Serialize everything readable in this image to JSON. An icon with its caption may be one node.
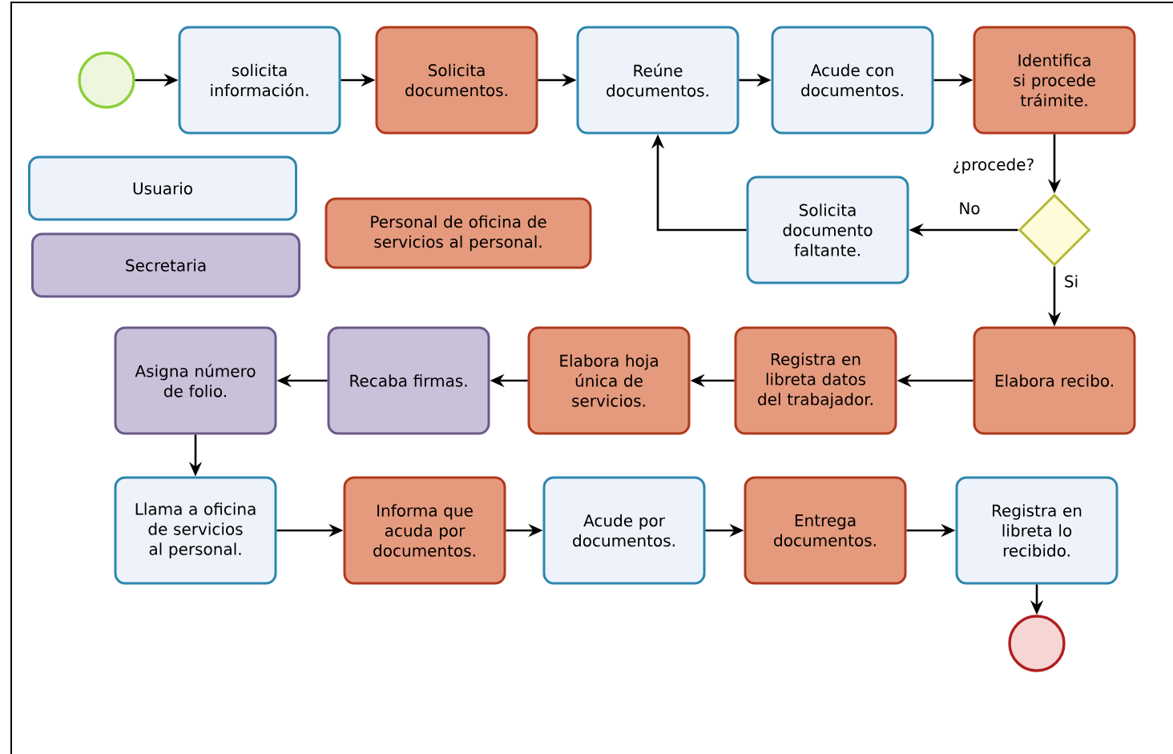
{
  "diagram": {
    "nodes": [
      {
        "text": [],
        "shape": "circle"
      },
      {
        "text": [
          "solicita información."
        ]
      },
      {
        "text": [
          "Solicita documentos."
        ]
      },
      {
        "text": [
          "Reúne documentos."
        ]
      },
      {
        "text": [
          "Acude con documentos."
        ]
      },
      {
        "text": [
          "Identifica si procede tráimite."
        ]
      },
      {
        "text": [
          "Solicita documento faltante."
        ]
      },
      {
        "text": [],
        "shape": "diamond"
      },
      {
        "text": [
          "Asigna número de folio."
        ]
      },
      {
        "text": [
          "Recaba firmas."
        ]
      },
      {
        "text": [
          "Elabora hoja única de servicios."
        ]
      },
      {
        "text": [
          "Registra en libreta datos del trabajador."
        ]
      },
      {
        "text": [
          "Elabora recibo."
        ]
      },
      {
        "text": [
          "Llama a oficina de servicios al personal."
        ]
      },
      {
        "text": [
          "Informa que acuda por documentos."
        ]
      },
      {
        "text": [
          "Acude por documentos."
        ]
      },
      {
        "text": [
          "Entrega documentos."
        ]
      },
      {
        "text": [
          "Registra en libreta lo recibido."
        ]
      },
      {
        "text": [],
        "shape": "circle"
      }
    ],
    "edges": [
      {
        "from": 0,
        "to": 1,
        "arrow": "to"
      },
      {
        "from": 1,
        "to": 2,
        "arrow": "to"
      },
      {
        "from": 2,
        "to": 3,
        "arrow": "to"
      },
      {
        "from": 3,
        "to": 4,
        "arrow": "to"
      },
      {
        "from": 4,
        "to": 5,
        "arrow": "to"
      },
      {
        "from": 5,
        "to": 7,
        "arrow": "to",
        "label": "¿procede?"
      },
      {
        "from": 7,
        "to": 6,
        "arrow": "to",
        "label": "No"
      },
      {
        "from": 6,
        "to": 3,
        "arrow": "to"
      },
      {
        "from": 7,
        "to": 12,
        "arrow": "to",
        "label": "Si"
      },
      {
        "from": 12,
        "to": 11,
        "arrow": "to"
      },
      {
        "from": 11,
        "to": 10,
        "arrow": "to"
      },
      {
        "from": 10,
        "to": 9,
        "arrow": "to"
      },
      {
        "from": 9,
        "to": 8,
        "arrow": "to"
      },
      {
        "from": 8,
        "to": 13,
        "arrow": "to"
      },
      {
        "from": 13,
        "to": 14,
        "arrow": "to"
      },
      {
        "from": 14,
        "to": 15,
        "arrow": "to"
      },
      {
        "from": 15,
        "to": 16,
        "arrow": "to"
      },
      {
        "from": 16,
        "to": 17,
        "arrow": "to"
      },
      {
        "from": 17,
        "to": 18,
        "arrow": "to"
      }
    ],
    "legend": [
      {
        "text": "Usuario",
        "color": "#eef3fb"
      },
      {
        "text": "Secretaria",
        "color": "#c9c1da"
      },
      {
        "text": "Personal de oficina de servicios al personal.",
        "color": "#e59a7d"
      }
    ]
  }
}
